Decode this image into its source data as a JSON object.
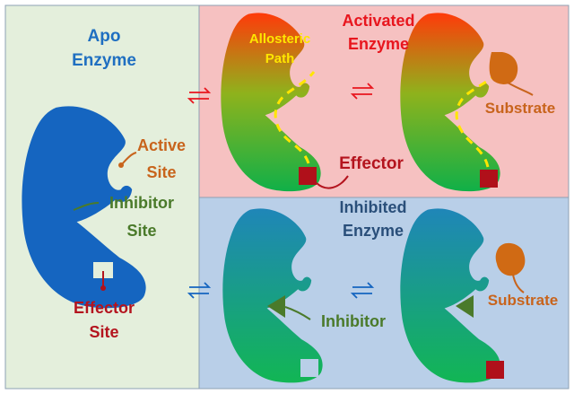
{
  "labels": {
    "apo_line1": "Apo",
    "apo_line2": "Enzyme",
    "active_line1": "Active",
    "active_line2": "Site",
    "inhibitor_site_line1": "Inhibitor",
    "inhibitor_site_line2": "Site",
    "effector_site_line1": "Effector",
    "effector_site_line2": "Site",
    "activated_line1": "Activated",
    "activated_line2": "Enzyme",
    "allosteric_line1": "Allosteric",
    "allosteric_line2": "Path",
    "effector": "Effector",
    "substrate_top": "Substrate",
    "inhibited_line1": "Inhibited",
    "inhibited_line2": "Enzyme",
    "inhibitor": "Inhibitor",
    "substrate_bottom": "Substrate"
  },
  "colors": {
    "apo_panel": "#e4efdc",
    "activated_panel": "#f6c1c1",
    "inhibited_panel": "#b9cfe8",
    "panel_border": "#8da0b3",
    "apo_enzyme": "#1565c0",
    "apo_label": "#1f6fc1",
    "active_site_label": "#c8641c",
    "inhibitor_site_label": "#4a7a2a",
    "effector_label": "#b4141e",
    "activated_label": "#e8161e",
    "allosteric_label": "#ffe600",
    "inhibited_label": "#2a4f7a",
    "inhibitor_label": "#4a7a2a",
    "substrate_label": "#c8641c",
    "substrate_fill": "#d06a14",
    "effector_fill": "#b0101a",
    "inhibitor_fill": "#4a7a2a",
    "arrow_red": "#e8161e",
    "arrow_blue": "#1565c0"
  }
}
